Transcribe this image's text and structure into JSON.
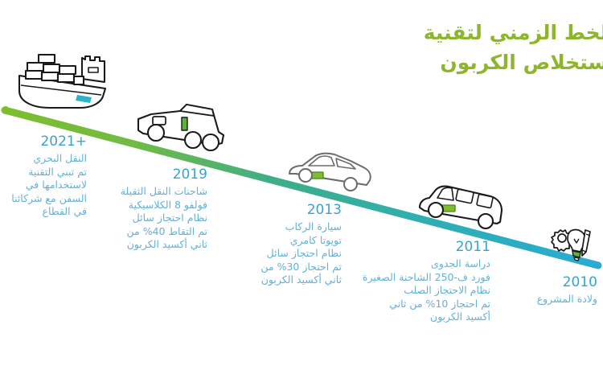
{
  "title": {
    "line1": "لخط الزمني لتقنية",
    "line2": "ستخلاص الكربون",
    "color": "#8DB62C"
  },
  "colors": {
    "line_start": "#7DBE2E",
    "line_mid": "#3AAE8C",
    "line_end": "#29ABD4",
    "year_text": "#3BA2CB",
    "body_text": "#63B1D4",
    "icon_stroke": "#1A1A1A",
    "accent_green": "#5CB531",
    "accent_teal": "#2BB3C8"
  },
  "timeline": {
    "events": [
      {
        "year": "2021+",
        "icon": "cargo-ship-icon",
        "lines": [
          "النقل البحري",
          "تم تبني التقنية",
          "لاستخدامها في",
          "السفن مع شركائنا",
          "في القطاع"
        ]
      },
      {
        "year": "2019",
        "icon": "semi-truck-icon",
        "lines": [
          "شاحنات النقل الثقيلة",
          "فولفو 8 الكلاسيكية",
          "نظام احتجاز سائل",
          "تم التقاط 40% من",
          "ثاني أكسيد الكربون"
        ]
      },
      {
        "year": "2013",
        "icon": "sedan-car-icon",
        "lines": [
          "سيارة الركاب",
          "تويوتا كامري",
          "نظام احتجاز سائل",
          "تم احتجاز 30% من",
          "ثاني أكسيد الكربون"
        ]
      },
      {
        "year": "2011",
        "icon": "pickup-truck-icon",
        "lines": [
          "دراسة الجدوى",
          "فورد ف-250 الشاحنة الصغيرة",
          "نظام الاحتجاز الصلب",
          "تم احتجاز 10% من ثاني",
          "أكسيد الكربون"
        ]
      },
      {
        "year": "2010",
        "icon": "lightbulb-gear-pencil-icon",
        "lines": [
          "ولادة المشروع"
        ]
      }
    ]
  }
}
